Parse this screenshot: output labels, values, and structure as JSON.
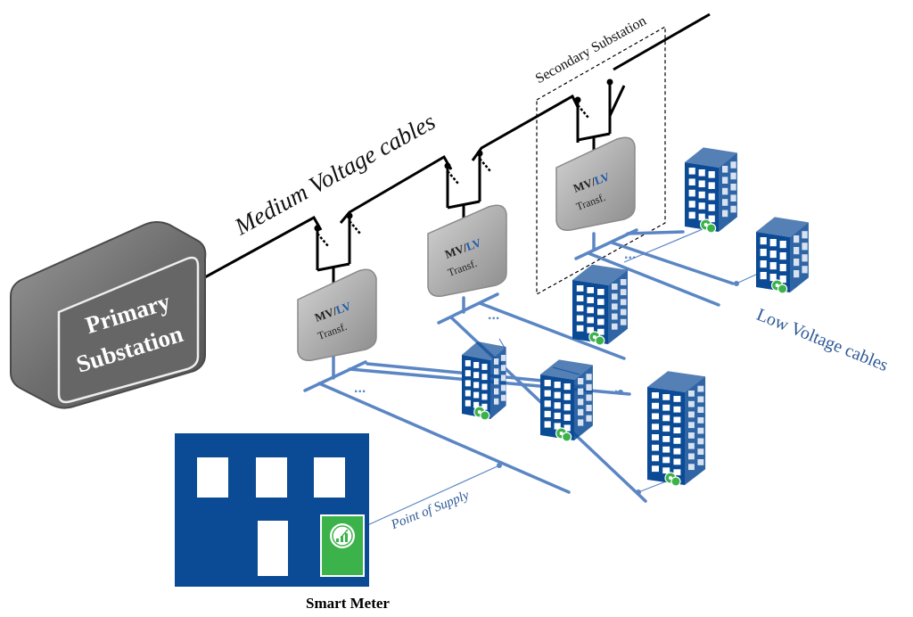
{
  "labels": {
    "primary_line1": "Primary",
    "primary_line2": "Substation",
    "medium_voltage": "Medium Voltage cables",
    "secondary_substation": "Secondary Substation",
    "low_voltage": "Low Voltage cables",
    "point_of_supply": "Point of Supply",
    "smart_meter": "Smart Meter",
    "ellipsis": "..."
  },
  "transformers": [
    {
      "mv": "MV",
      "slash": "/",
      "lv": "LV",
      "sub": "Transf."
    },
    {
      "mv": "MV",
      "slash": "/",
      "lv": "LV",
      "sub": "Transf."
    },
    {
      "mv": "MV",
      "slash": "/",
      "lv": "LV",
      "sub": "Transf."
    }
  ],
  "colors": {
    "mv_cable": "#000000",
    "lv_cable": "#5b86c4",
    "building": "#0b4a95",
    "meter": "#3bb34a",
    "primary_box": "#6b6b6b",
    "transformer": "#a9a9a9",
    "lv_text": "#1d5aa8"
  },
  "icons": {
    "building": "office-building-icon",
    "meter": "smart-meter-icon",
    "switch": "switch-icon"
  }
}
